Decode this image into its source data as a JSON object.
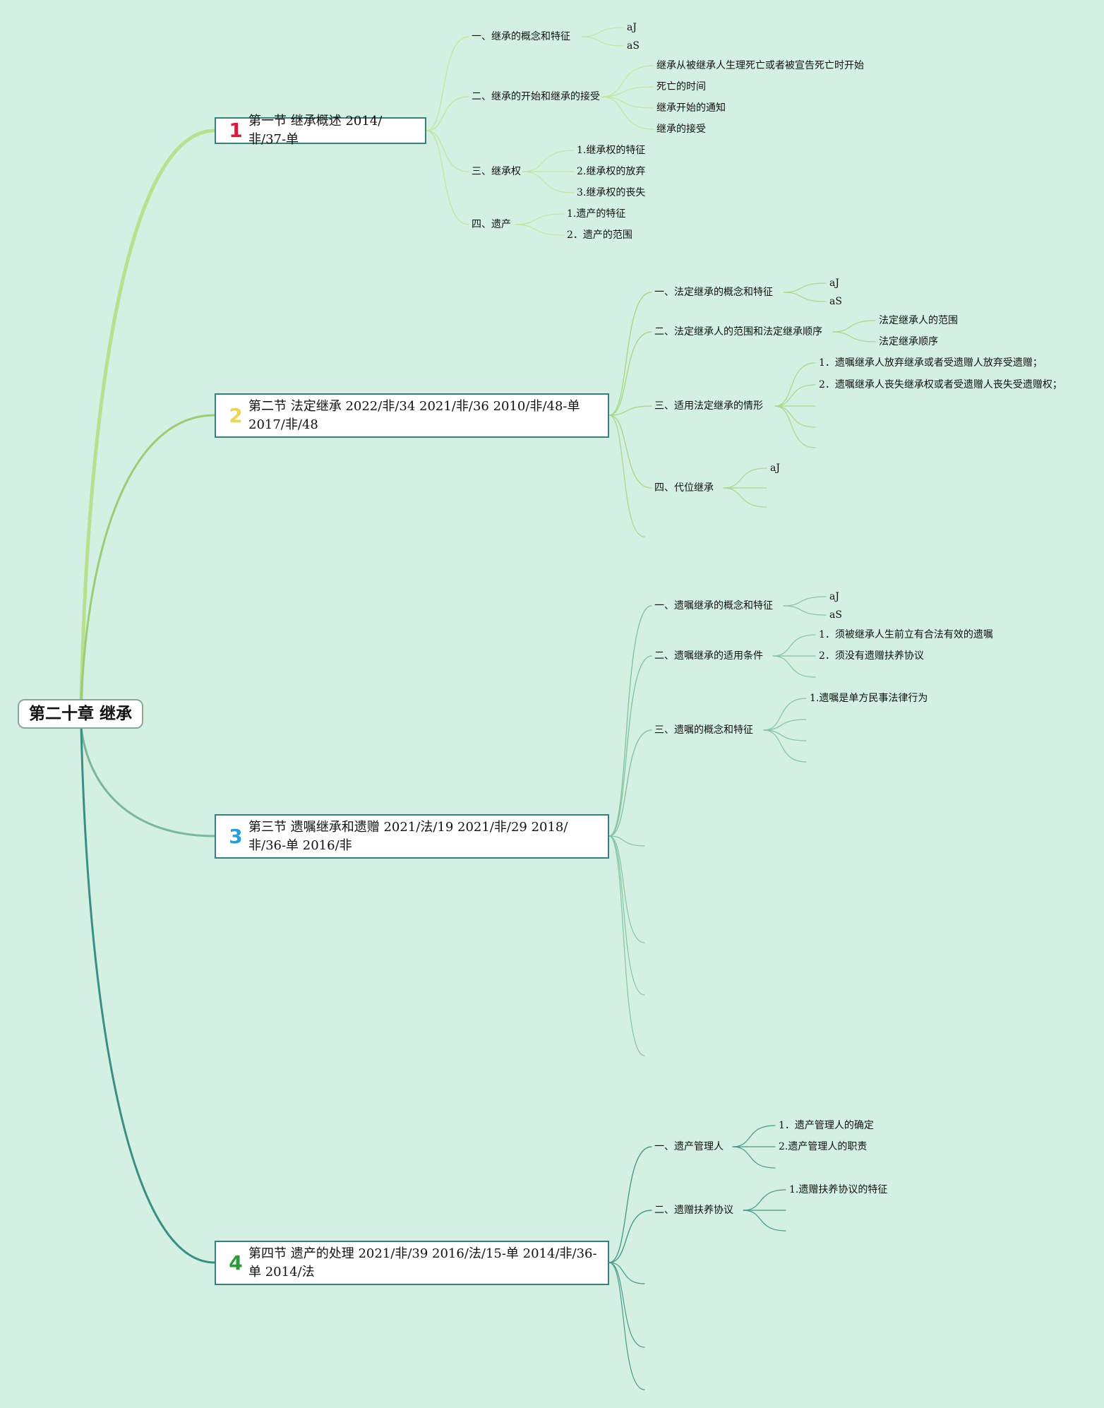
{
  "root": {
    "title": "第二十章 继承"
  },
  "sections": [
    {
      "num": "1",
      "num_color": "#d81b3c",
      "title": "第一节 继承概述 2014/非/37-单",
      "branch_color": "#b8e08e",
      "topics": [
        {
          "label": "一、继承的概念和特征",
          "items": [
            "aJ",
            "aS"
          ]
        },
        {
          "label": "二、继承的开始和继承的接受",
          "items": [
            "继承从被继承人生理死亡或者被宣告死亡时开始",
            "死亡的时间",
            "继承开始的通知",
            "继承的接受"
          ]
        },
        {
          "label": "三、继承权",
          "items": [
            "1.继承权的特征",
            "2.继承权的放弃",
            "3.继承权的丧失"
          ]
        },
        {
          "label": "四、遗产",
          "items": [
            "1.遗产的特征",
            "2．遗产的范围"
          ]
        }
      ]
    },
    {
      "num": "2",
      "num_color": "#ecd35a",
      "title": "第二节 法定继承 2022/非/34 2021/非/36 2010/非/48-单 2017/非/48",
      "branch_color": "#9ccc76",
      "topics": [
        {
          "label": "一、法定继承的概念和特征",
          "items": [
            "aJ",
            "aS"
          ]
        },
        {
          "label": "二、法定继承人的范围和法定继承顺序",
          "items": [
            "法定继承人的范围",
            "法定继承顺序"
          ]
        },
        {
          "label": "三、适用法定继承的情形",
          "items": [
            "1．遗嘱继承人放弃继承或者受遗赠人放弃受遗赠；",
            "2．遗嘱继承人丧失继承权或者受遗赠人丧失受遗赠权；"
          ]
        },
        {
          "label": "四、代位继承",
          "items": [
            "aJ"
          ]
        }
      ]
    },
    {
      "num": "3",
      "num_color": "#2a9fd6",
      "title": "第三节 遗嘱继承和遗赠 2021/法/19 2021/非/29 2018/非/36-单 2016/非",
      "branch_color": "#79b89a",
      "topics": [
        {
          "label": "一、遗嘱继承的概念和特征",
          "items": [
            "aJ",
            "aS"
          ]
        },
        {
          "label": "二、遗嘱继承的适用条件",
          "items": [
            "1．须被继承人生前立有合法有效的遗嘱",
            "2．须没有遗赠扶养协议"
          ]
        },
        {
          "label": "三、遗嘱的概念和特征",
          "items": [
            "1.遗嘱是单方民事法律行为"
          ]
        }
      ]
    },
    {
      "num": "4",
      "num_color": "#2a9a3a",
      "title": "第四节 遗产的处理 2021/非/39 2016/法/15-单 2014/非/36-单 2014/法",
      "branch_color": "#3a8f82",
      "topics": [
        {
          "label": "一、遗产管理人",
          "items": [
            "1．遗产管理人的确定",
            "2.遗产管理人的职责"
          ]
        },
        {
          "label": "二、遗赠扶养协议",
          "items": [
            "1.遗赠扶养协议的特征"
          ]
        }
      ]
    }
  ]
}
